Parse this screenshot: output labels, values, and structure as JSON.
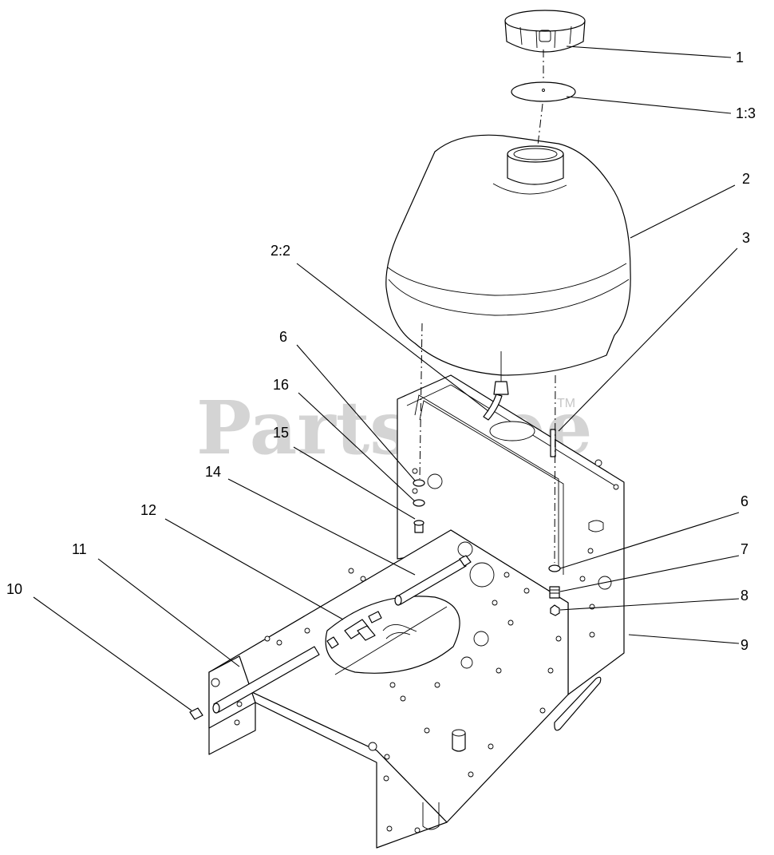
{
  "watermark": {
    "brand": "PartsTree",
    "trademark": "TM"
  },
  "callouts": {
    "c1": "1",
    "c1_3": "1:3",
    "c2": "2",
    "c2_2": "2:2",
    "c3": "3",
    "c6a": "6",
    "c16": "16",
    "c15": "15",
    "c14": "14",
    "c12": "12",
    "c11": "11",
    "c10": "10",
    "c6b": "6",
    "c7": "7",
    "c8": "8",
    "c9": "9"
  }
}
